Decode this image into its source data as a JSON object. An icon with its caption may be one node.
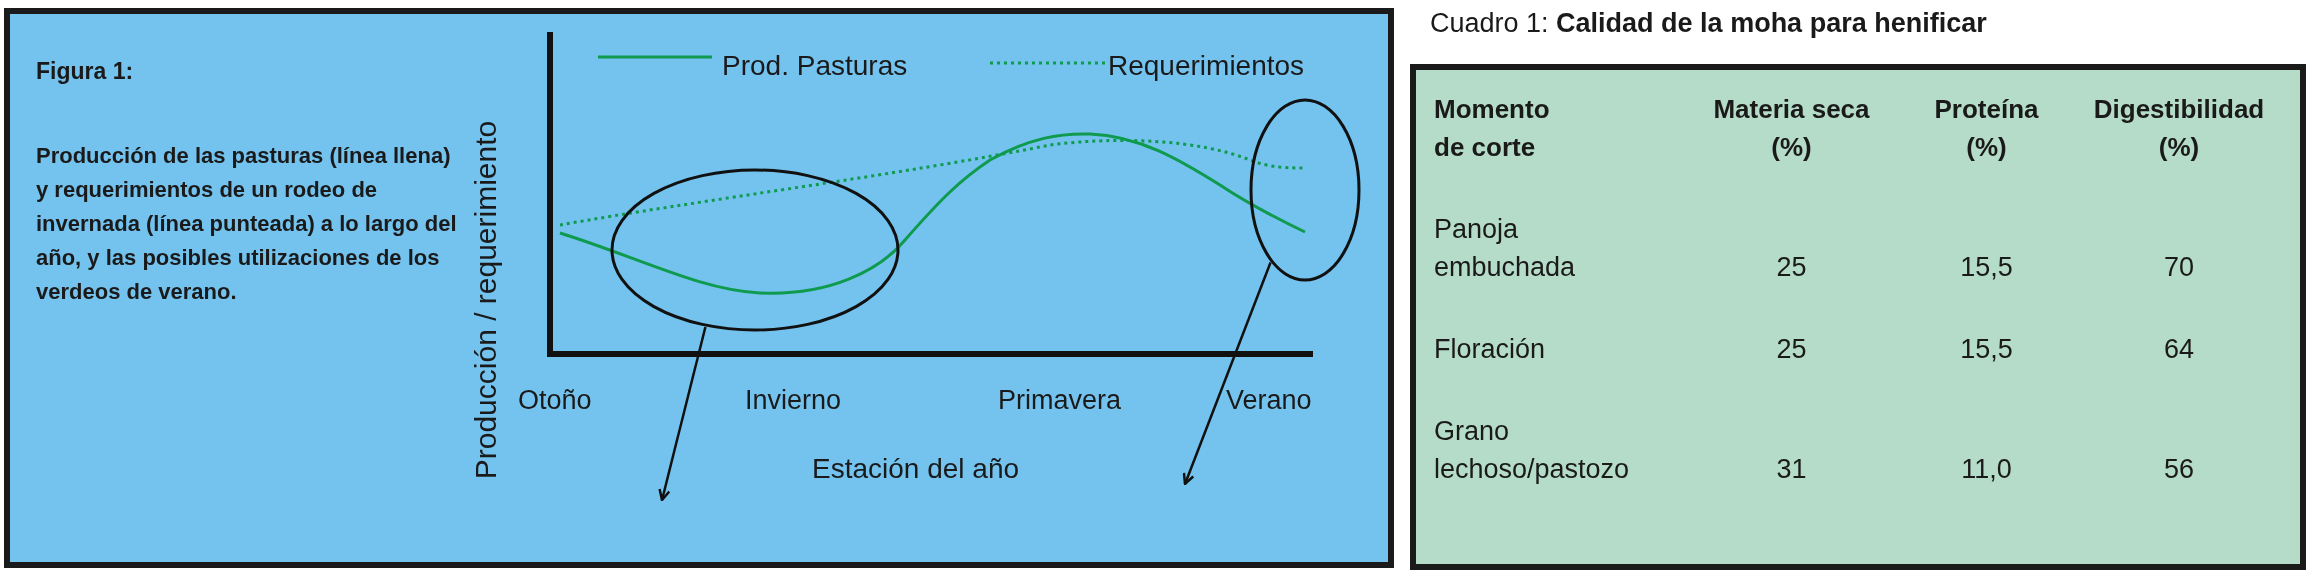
{
  "diagram": {
    "nodes": [
      {
        "text": [
          "Figura 1:",
          "Producción de las pasturas (línea llena) y requerimientos de un rodeo de invernada (línea punteada) a lo largo del año, y las posibles utilizaciones de los verdeos de verano."
        ]
      },
      {
        "text": [],
        "shape": "ellipse",
        "in": 0
      },
      {
        "text": [],
        "shape": "ellipse",
        "in": 0
      },
      {
        "text": [
          "Cuadro 1: **Calidad de la moha para henificar**"
        ]
      }
    ],
    "edges": [
      {
        "from": 1,
        "to": null,
        "arrow": "to"
      },
      {
        "from": 2,
        "to": null,
        "arrow": "to"
      }
    ],
    "labels": [
      "Producción / requerimiento",
      "Otoño",
      "Invierno",
      "Primavera",
      "Verano",
      "Estación del año",
      "Momento de corte",
      "Materia seca (%)",
      "Proteína (%)",
      "Digestibilidad (%)",
      "Panoja embuchada",
      "25",
      "15,5",
      "70",
      "Floración",
      "25",
      "15,5",
      "64",
      "Grano lechoso/pastozo",
      "31",
      "11,0",
      "56"
    ],
    "legend": [
      {
        "text": "Prod. Pasturas"
      },
      {
        "text": "Requerimientos"
      }
    ]
  }
}
